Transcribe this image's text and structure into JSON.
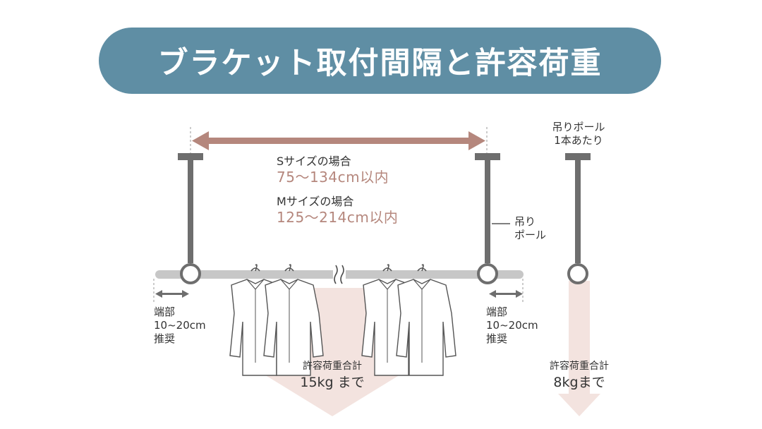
{
  "title": "ブラケット取付間隔と許容荷重",
  "sizes": {
    "s_label": "Sサイズの場合",
    "s_range": "75～134",
    "s_unit": "cm以内",
    "m_label": "Mサイズの場合",
    "m_range": "125～214",
    "m_unit": "cm以内"
  },
  "pole_label": {
    "line1": "吊り",
    "line2": "ポール"
  },
  "per_pole": {
    "line1": "吊りポール",
    "line2": "1本あたり"
  },
  "end_left": {
    "line1": "端部",
    "line2": "10~20cm",
    "line3": "推奨"
  },
  "end_right": {
    "line1": "端部",
    "line2": "10~20cm",
    "line3": "推奨"
  },
  "load_total": {
    "line1": "許容荷重合計",
    "line2": "15kg まで"
  },
  "load_single": {
    "line1": "許容荷重合計",
    "line2": "8kgまで"
  },
  "colors": {
    "title_bg": "#5f8ea4",
    "span_arrow": "#b5877d",
    "pole": "#6e6e6e",
    "rod": "#c7c7c7",
    "load_arrow": "#f3e3df"
  }
}
